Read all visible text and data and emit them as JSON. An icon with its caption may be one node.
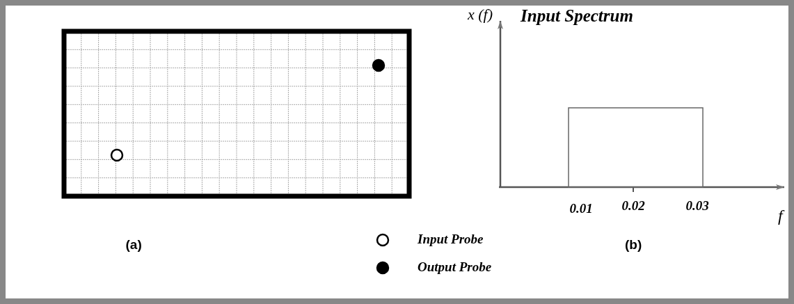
{
  "diagram": {
    "labels": [
      "x (f)",
      "Input Spectrum",
      "0.01",
      "0.02",
      "0.03",
      "f",
      "(a)",
      "(b)"
    ],
    "legend": [
      {
        "text": "Input Probe"
      },
      {
        "text": "Output Probe"
      }
    ]
  }
}
